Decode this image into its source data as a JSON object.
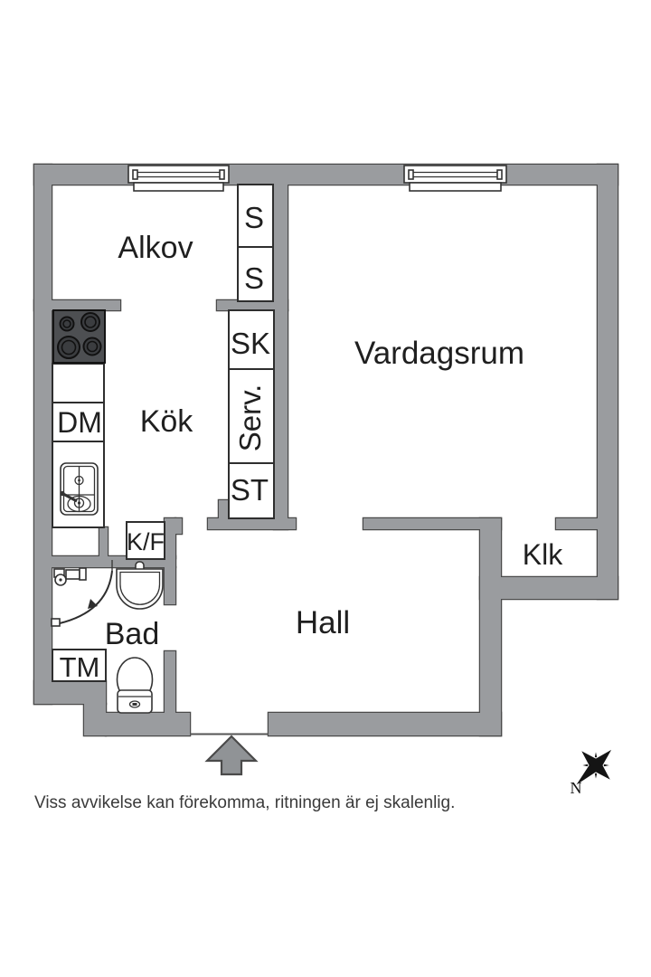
{
  "labels": {
    "alkov": "Alkov",
    "kok": "Kök",
    "vardagsrum": "Vardagsrum",
    "hall": "Hall",
    "bad": "Bad",
    "klk": "Klk",
    "closet_s_upper": "S",
    "closet_s_lower": "S",
    "closet_sk": "SK",
    "closet_serv": "Serv.",
    "closet_st": "ST",
    "dm": "DM",
    "kf": "K/F",
    "tm": "TM"
  },
  "disclaimer": "Viss avvikelse kan förekomma, ritningen är ej skalenlig.",
  "compass": {
    "north_label": "N"
  },
  "colors": {
    "wall": "#9a9c9f",
    "wall_outline": "#4a4a4a",
    "stove": "#4d4f52",
    "label_text": "#1f1f1f"
  }
}
